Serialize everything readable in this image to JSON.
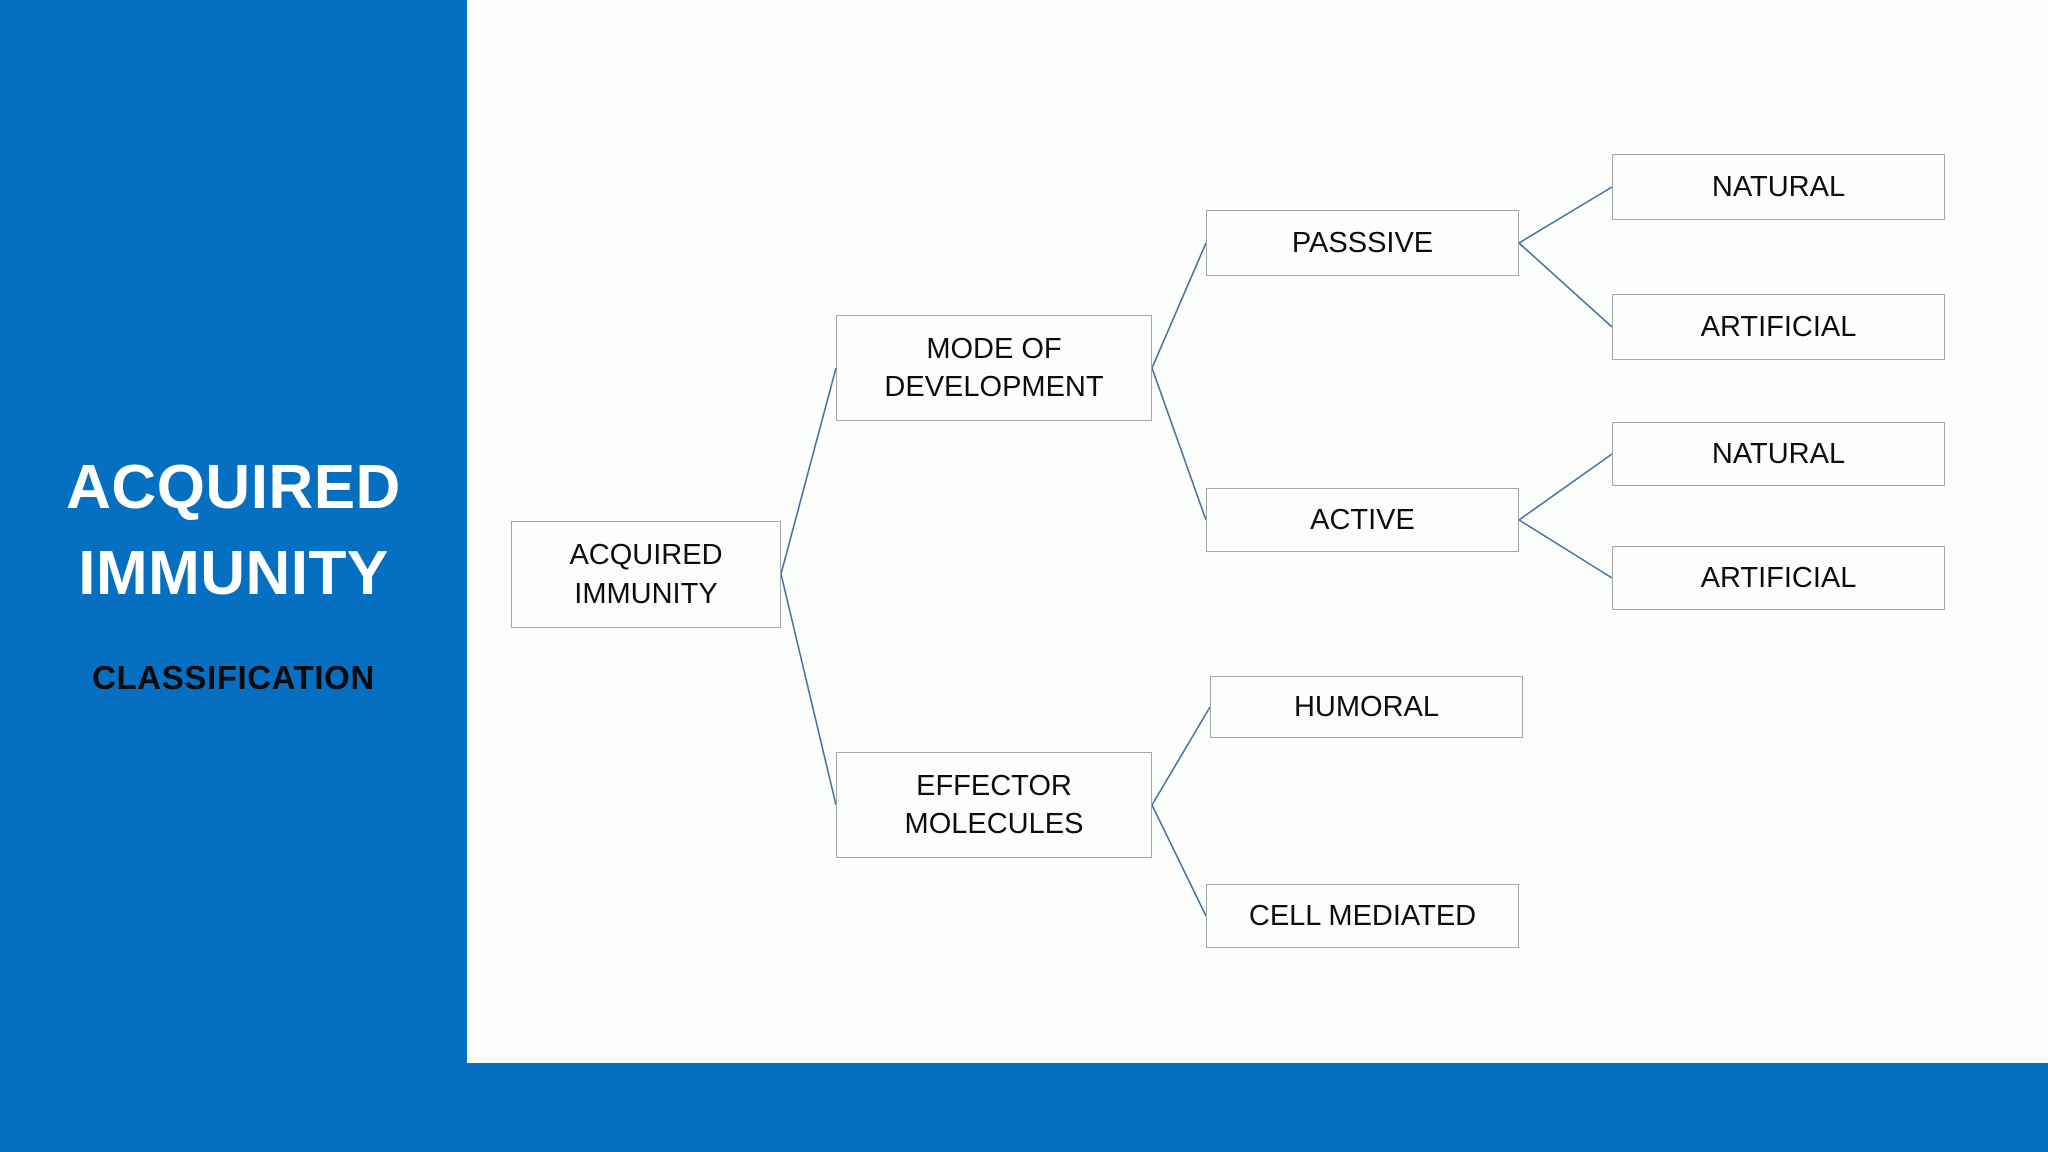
{
  "sidebar": {
    "title_lines": [
      "ACQUIRED",
      "IMMUNITY"
    ],
    "subtitle": "CLASSIFICATION",
    "background_color": "#0570C1",
    "title_color": "#FFFFFF",
    "subtitle_color": "#0A0A0A"
  },
  "canvas": {
    "background_color": "#FCFEFB",
    "node_border_color": "#A6A6A6",
    "connector_color": "#4472A4",
    "text_color": "#0D0D0D"
  },
  "diagram": {
    "type": "tree",
    "orientation": "left-to-right",
    "nodes": {
      "root": {
        "label": "ACQUIRED\nIMMUNITY",
        "level": 0
      },
      "mode": {
        "label": "MODE OF\nDEVELOPMENT",
        "level": 1
      },
      "effector": {
        "label": "EFFECTOR\nMOLECULES",
        "level": 1
      },
      "passive": {
        "label": "PASSSIVE",
        "level": 2
      },
      "active": {
        "label": "ACTIVE",
        "level": 2
      },
      "humoral": {
        "label": "HUMORAL",
        "level": 2
      },
      "cellmed": {
        "label": "CELL MEDIATED",
        "level": 2
      },
      "p_natural": {
        "label": "NATURAL",
        "level": 3
      },
      "p_artificial": {
        "label": "ARTIFICIAL",
        "level": 3
      },
      "a_natural": {
        "label": "NATURAL",
        "level": 3
      },
      "a_artificial": {
        "label": "ARTIFICIAL",
        "level": 3
      }
    },
    "edges": [
      {
        "from": "root",
        "to": "mode"
      },
      {
        "from": "root",
        "to": "effector"
      },
      {
        "from": "mode",
        "to": "passive"
      },
      {
        "from": "mode",
        "to": "active"
      },
      {
        "from": "effector",
        "to": "humoral"
      },
      {
        "from": "effector",
        "to": "cellmed"
      },
      {
        "from": "passive",
        "to": "p_natural"
      },
      {
        "from": "passive",
        "to": "p_artificial"
      },
      {
        "from": "active",
        "to": "a_natural"
      },
      {
        "from": "active",
        "to": "a_artificial"
      }
    ]
  }
}
